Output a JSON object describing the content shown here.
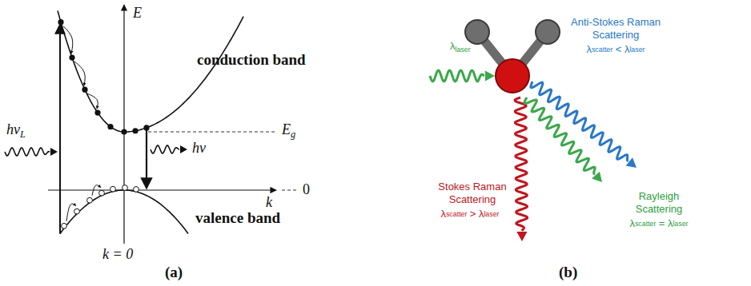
{
  "diagram": {
    "labels": [
      "E",
      "conduction band",
      "E",
      "g",
      "hν",
      "L",
      "hν",
      "0",
      "k",
      "valence band",
      "k = 0",
      "(a)",
      "λ",
      "laser",
      "Anti-Stokes Raman Scattering",
      "λ",
      "scatter",
      "< λ",
      "laser",
      "Stokes Raman Scattering",
      "λ",
      "scatter",
      "> λ",
      "laser",
      "Rayleigh Scattering",
      "λ",
      "scatter",
      "= λ",
      "laser",
      "(b)"
    ]
  }
}
